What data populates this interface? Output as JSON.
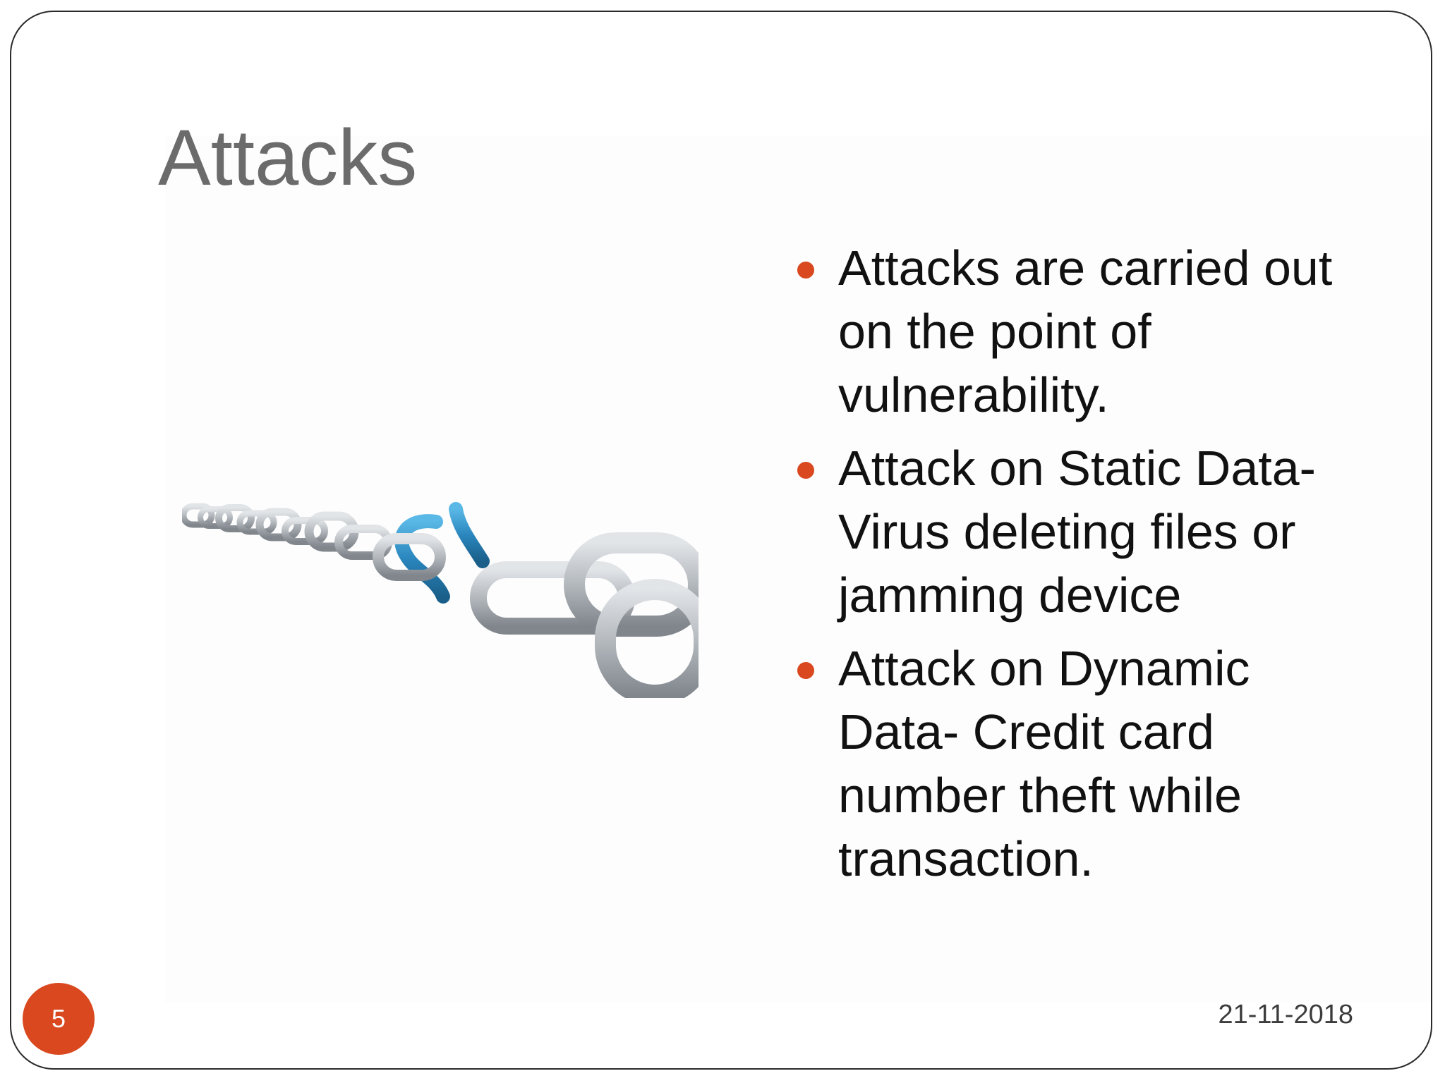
{
  "slide": {
    "title": "Attacks",
    "bullets": [
      {
        "text": "Attacks are carried out on the point of vulnerability."
      },
      {
        "text": "Attack on Static Data- Virus deleting files or jamming device"
      },
      {
        "text": "Attack on Dynamic Data-  Credit card number theft while transaction."
      }
    ],
    "page_number": "5",
    "date": "21-11-2018",
    "image_icon": "broken-chain-icon"
  },
  "colors": {
    "accent": "#d9481e",
    "title": "#6b6b6b",
    "body_text": "#111111",
    "chain_silver": "#b8bcc0",
    "chain_broken_link": "#2f8fc4"
  }
}
